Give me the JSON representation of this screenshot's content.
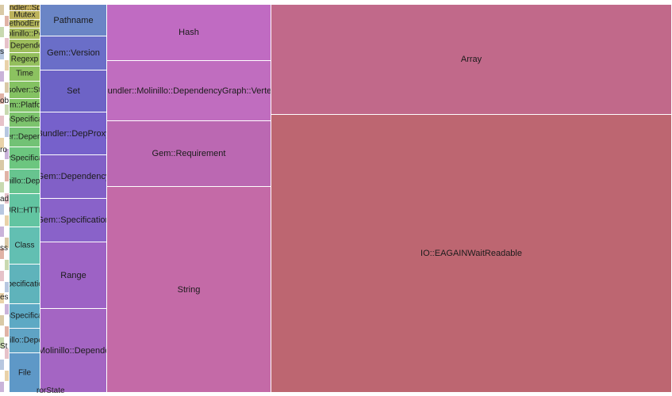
{
  "chart_data": {
    "type": "treemap",
    "title": "",
    "items": [
      {
        "name": "IO::EAGAINWaitReadable",
        "value": 175600,
        "color": "#bd6671"
      },
      {
        "name": "Array",
        "value": 69600,
        "color": "#c1698a"
      },
      {
        "name": "String",
        "value": 53300,
        "color": "#c46aa7"
      },
      {
        "name": "Hash",
        "value": 14500,
        "color": "#c06bc2"
      },
      {
        "name": "Gem::Requirement",
        "value": 16900,
        "color": "#bb68b2"
      },
      {
        "name": "Bundler::Molinillo::DependencyGraph::Vertex",
        "value": 15600,
        "color": "#c06dbf"
      },
      {
        "name": "Bundler::Molinillo::DependencyState",
        "value": 8800,
        "color": "#a465c3"
      },
      {
        "name": "Range",
        "value": 7000,
        "color": "#9d62c5"
      },
      {
        "name": "Gem::Specification",
        "value": 4600,
        "color": "#8962c9"
      },
      {
        "name": "Gem::Dependency",
        "value": 4600,
        "color": "#8160c7"
      },
      {
        "name": "Bundler::DepProxy",
        "value": 4500,
        "color": "#7661cb"
      },
      {
        "name": "Set",
        "value": 4400,
        "color": "#6d63c6"
      },
      {
        "name": "Gem::Version",
        "value": 3600,
        "color": "#6a6ec8"
      },
      {
        "name": "Pathname",
        "value": 3300,
        "color": "#6a85c6"
      },
      {
        "name": "File",
        "value": 1800,
        "color": "#5e98c7"
      },
      {
        "name": "Bundler::Molinillo::DependencyGraph",
        "value": 1100,
        "color": "#5fa3c4"
      },
      {
        "name": "StubSpecification",
        "value": 1100,
        "color": "#5da9c4"
      },
      {
        "name": "Specification",
        "value": 1800,
        "color": "#5fb3bb"
      },
      {
        "name": "Class",
        "value": 1700,
        "color": "#62bfb2"
      },
      {
        "name": "URI::HTTP",
        "value": 1500,
        "color": "#62c4a1"
      },
      {
        "name": "Bundler::Molinillo::DependencyState",
        "value": 1100,
        "color": "#67c48f"
      },
      {
        "name": "LazySpecification",
        "value": 1000,
        "color": "#6cc67f"
      },
      {
        "name": "Bundler::Dependency",
        "value": 900,
        "color": "#72c275"
      },
      {
        "name": "StubSpecification",
        "value": 700,
        "color": "#7cc36c"
      },
      {
        "name": "Gem::Platform",
        "value": 600,
        "color": "#80c368"
      },
      {
        "name": "Resolver::State",
        "value": 800,
        "color": "#84c262"
      },
      {
        "name": "Time",
        "value": 700,
        "color": "#8cc260"
      },
      {
        "name": "Regexp",
        "value": 600,
        "color": "#94bf5d"
      },
      {
        "name": "Bundler::Molinillo::DependencyGraph::Vertex",
        "value": 600,
        "color": "#9dbd5c"
      },
      {
        "name": "Bundler::Molinillo::PossibilitySet",
        "value": 500,
        "color": "#a5ba5b"
      },
      {
        "name": "MethodError",
        "value": 400,
        "color": "#b3b65a"
      },
      {
        "name": "Mutex",
        "value": 400,
        "color": "#bdb35b"
      },
      {
        "name": "Bundler::Spec",
        "value": 300,
        "color": "#c2ae5c"
      }
    ],
    "edge_labels": [
      "s",
      "ob",
      "ro",
      "ad",
      "ss",
      "es",
      "St",
      "rorState"
    ]
  }
}
